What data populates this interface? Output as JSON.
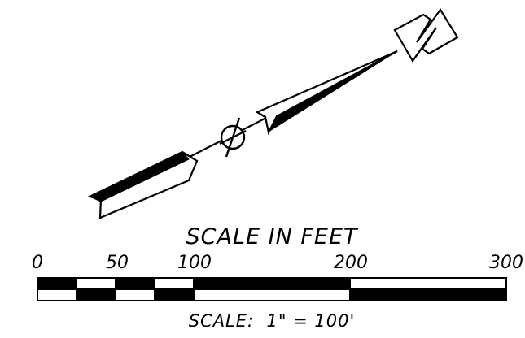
{
  "north_arrow": {
    "letter": "N"
  },
  "scale_bar": {
    "title": "SCALE IN FEET",
    "ticks": [
      {
        "label": "0",
        "value": 0
      },
      {
        "label": "50",
        "value": 50
      },
      {
        "label": "100",
        "value": 100
      },
      {
        "label": "200",
        "value": 200
      },
      {
        "label": "300",
        "value": 300
      }
    ],
    "segments": [
      {
        "from": 0,
        "to": 25
      },
      {
        "from": 25,
        "to": 50
      },
      {
        "from": 50,
        "to": 75
      },
      {
        "from": 75,
        "to": 100
      },
      {
        "from": 100,
        "to": 200
      },
      {
        "from": 200,
        "to": 300
      }
    ],
    "ratio": "SCALE:  1\" = 100'"
  },
  "colors": {
    "ink": "#000000",
    "paper": "#ffffff"
  }
}
